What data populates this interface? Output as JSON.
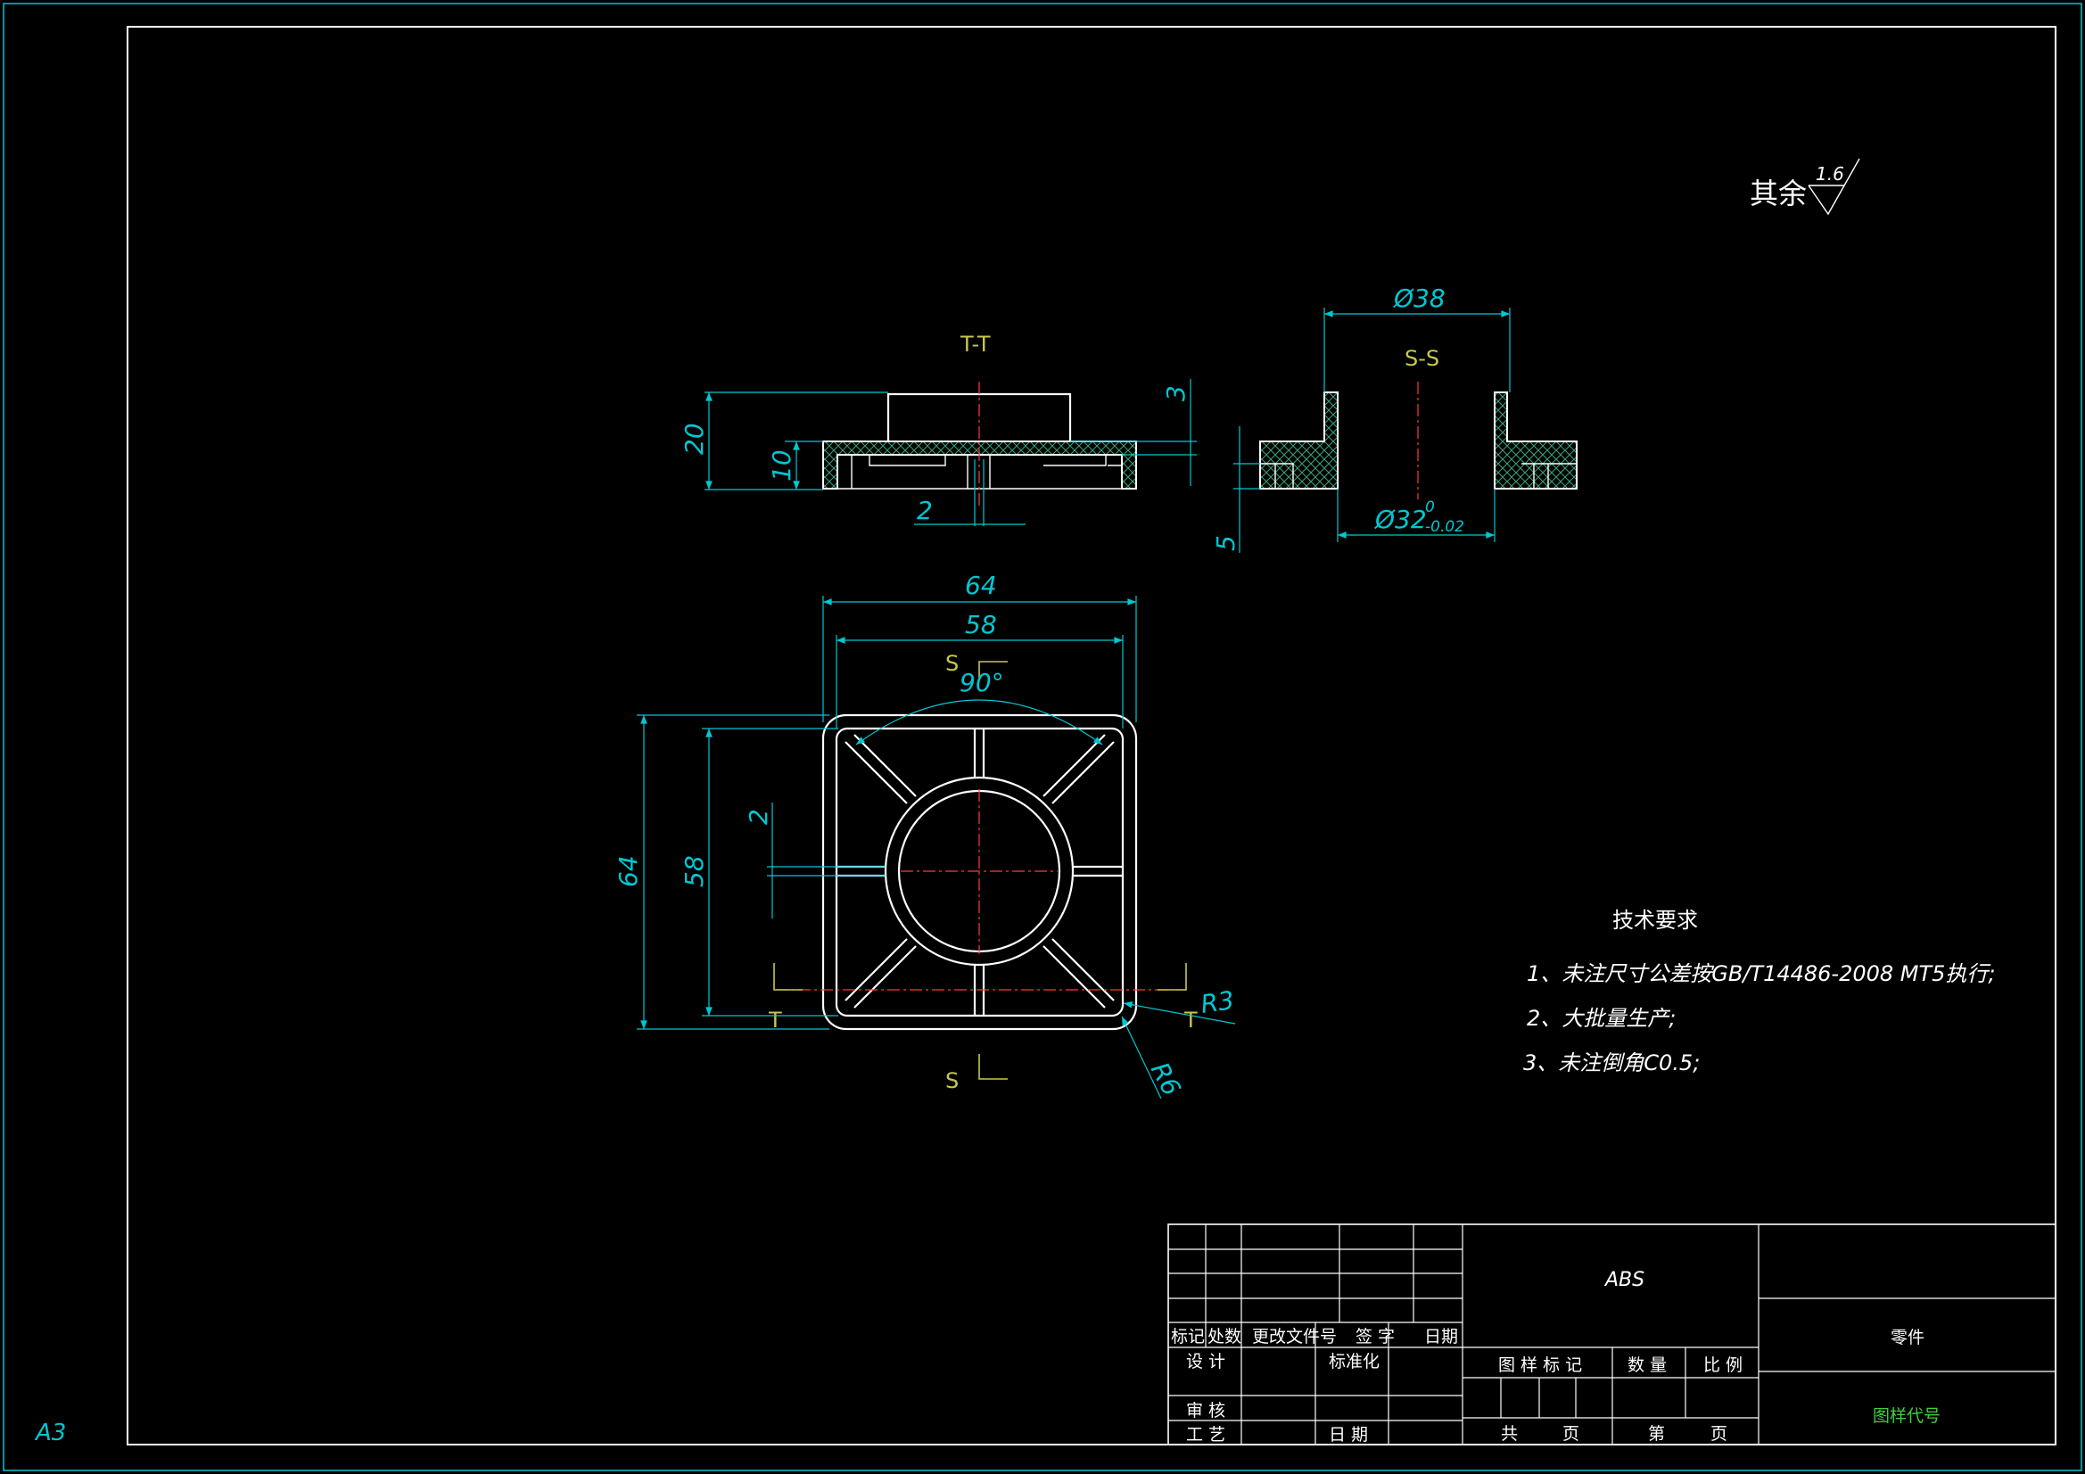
{
  "sheet": {
    "size_label": "A3",
    "roughness_prefix": "其余",
    "roughness_value": "1.6"
  },
  "views": {
    "tt_label": "T-T",
    "ss_label": "S-S",
    "s_marker": "S",
    "t_marker": "T"
  },
  "dimensions": {
    "tt_height_total": "20",
    "tt_height_base": "10",
    "tt_rib_width": "2",
    "tt_top_step": "3",
    "ss_outer_dia": "Ø38",
    "ss_inner_dia": "Ø32",
    "ss_inner_tol_upper": "0",
    "ss_inner_tol_lower": "-0.02",
    "ss_base_height": "5",
    "plan_width_outer": "64",
    "plan_width_inner": "58",
    "plan_height_outer": "64",
    "plan_height_inner": "58",
    "plan_rib_width": "2",
    "plan_angle": "90°",
    "plan_radius_inner": "R3",
    "plan_radius_outer": "R6"
  },
  "tech_requirements": {
    "title": "技术要求",
    "items": [
      "1、未注尺寸公差按GB/T14486-2008 MT5执行;",
      "2、大批量生产;",
      "3、未注倒角C0.5;"
    ]
  },
  "title_block": {
    "material": "ABS",
    "part_name": "零件",
    "drawing_code": "图样代号",
    "col_mark": "标记",
    "col_count": "处数",
    "col_change_doc": "更改文件号",
    "col_signature": "签 字",
    "col_date": "日期",
    "row_design": "设 计",
    "row_standard": "标准化",
    "row_check": "审 核",
    "row_process": "工 艺",
    "row_date": "日 期",
    "drawing_mark": "图 样 标 记",
    "quantity": "数 量",
    "scale": "比 例",
    "total_pages": "共",
    "page_unit_1": "页",
    "page_no": "第",
    "page_unit_2": "页"
  }
}
